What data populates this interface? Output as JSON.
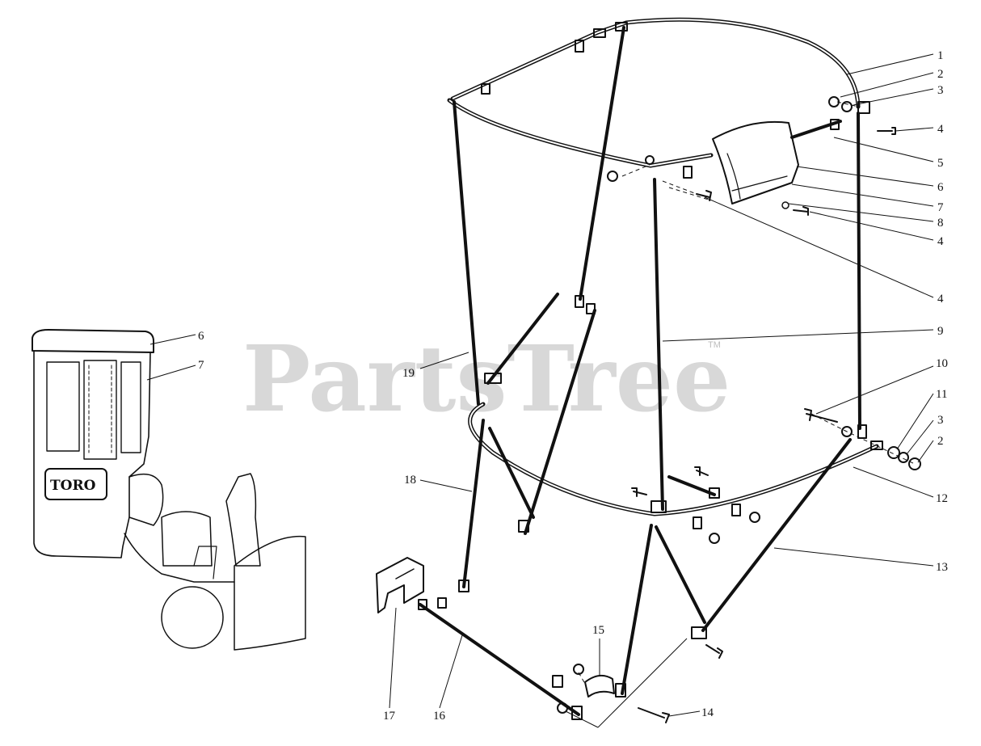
{
  "watermark": {
    "text": "PartsTree",
    "trademark": "TM"
  },
  "inset": {
    "logo_text": "TORO",
    "callouts": [
      {
        "id": "inset-6",
        "label": "6"
      },
      {
        "id": "inset-7",
        "label": "7"
      }
    ]
  },
  "callouts": [
    {
      "id": "1",
      "label": "1"
    },
    {
      "id": "2a",
      "label": "2"
    },
    {
      "id": "3a",
      "label": "3"
    },
    {
      "id": "4a",
      "label": "4"
    },
    {
      "id": "5",
      "label": "5"
    },
    {
      "id": "6",
      "label": "6"
    },
    {
      "id": "7",
      "label": "7"
    },
    {
      "id": "8",
      "label": "8"
    },
    {
      "id": "4b",
      "label": "4"
    },
    {
      "id": "4c",
      "label": "4"
    },
    {
      "id": "9",
      "label": "9"
    },
    {
      "id": "10",
      "label": "10"
    },
    {
      "id": "11",
      "label": "11"
    },
    {
      "id": "3b",
      "label": "3"
    },
    {
      "id": "2b",
      "label": "2"
    },
    {
      "id": "12",
      "label": "12"
    },
    {
      "id": "13",
      "label": "13"
    },
    {
      "id": "19",
      "label": "19"
    },
    {
      "id": "18",
      "label": "18"
    },
    {
      "id": "15",
      "label": "15"
    },
    {
      "id": "14",
      "label": "14"
    },
    {
      "id": "17",
      "label": "17"
    },
    {
      "id": "16",
      "label": "16"
    }
  ]
}
